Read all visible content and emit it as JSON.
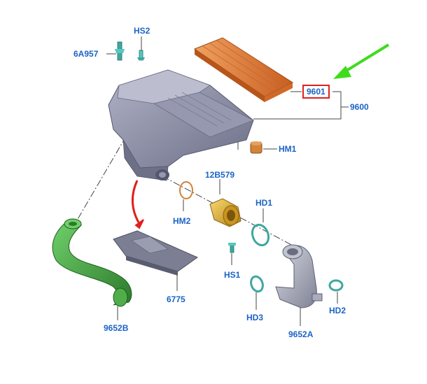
{
  "labels": {
    "hs2": "HS2",
    "p6a957": "6A957",
    "p9601": "9601",
    "p9600": "9600",
    "hm1": "HM1",
    "p12b579": "12B579",
    "hm2": "HM2",
    "hd1": "HD1",
    "hs1": "HS1",
    "p6775": "6775",
    "hd3": "HD3",
    "p9652a": "9652A",
    "hd2": "HD2",
    "p9652b": "9652B"
  },
  "colors": {
    "label": "#1b63c6",
    "highlight_box": "#e0201e",
    "pointer_arrow_green": "#3ddc1e",
    "pointer_arrow_red": "#e0201e",
    "air_filter": "#e07a30",
    "cleaner_housing": "#8c8ea8",
    "intake_hose_green": "#3a9a3a",
    "sensor_gold": "#e2b230",
    "clamp_teal": "#3fa7a0",
    "outlet_pipe": "#a9acbd",
    "heat_shield": "#7c7f94",
    "gasket_orange": "#d2843a"
  },
  "icons": {
    "pointer_green": "arrow-icon",
    "pointer_red": "curved-arrow-icon"
  }
}
